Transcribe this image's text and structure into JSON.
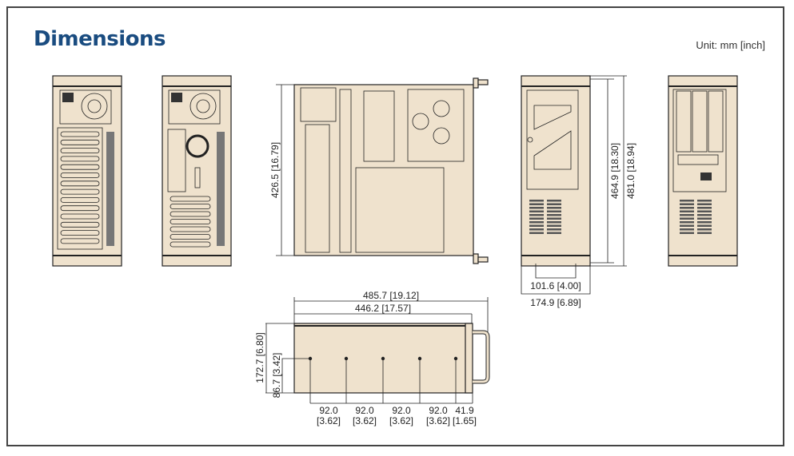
{
  "title": "Dimensions",
  "unit": "Unit: mm [inch]",
  "colors": {
    "title": "#1a4c80",
    "chassis": "#efe2cd",
    "line": "#222222"
  },
  "views": [
    "rear-view-14-slot",
    "rear-view-motherboard",
    "top-view",
    "front-view",
    "front-view-door-open",
    "side-view"
  ],
  "dimensions": {
    "top_depth": "426.5 [16.79]",
    "front_height_inner": "464.9 [18.30]",
    "front_height_outer": "481.0 [18.94]",
    "front_handle_spacing": "101.6 [4.00]",
    "front_width": "174.9 [6.89]",
    "side_length_total": "485.7 [19.12]",
    "side_length_body": "446.2 [17.57]",
    "side_height": "172.7 [6.80]",
    "side_half_height": "86.7 [3.42]",
    "hole_spacing": [
      {
        "mm": "92.0",
        "inch": "[3.62]"
      },
      {
        "mm": "92.0",
        "inch": "[3.62]"
      },
      {
        "mm": "92.0",
        "inch": "[3.62]"
      },
      {
        "mm": "92.0",
        "inch": "[3.62]"
      },
      {
        "mm": "41.9",
        "inch": "[1.65]"
      }
    ]
  }
}
